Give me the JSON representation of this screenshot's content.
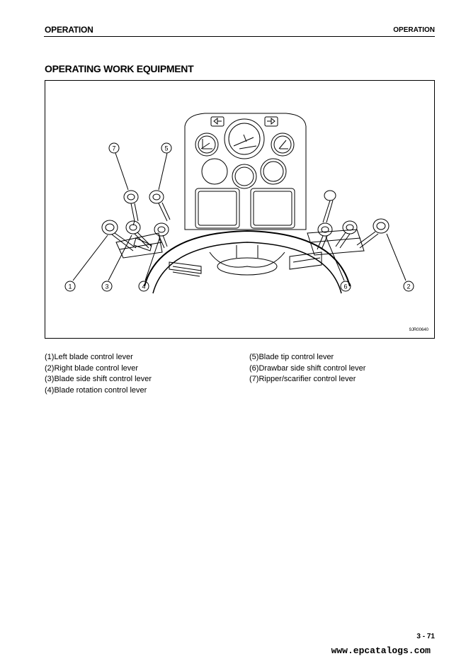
{
  "header": {
    "left": "OPERATION",
    "right": "OPERATION"
  },
  "title": "OPERATING WORK EQUIPMENT",
  "figure": {
    "id": "9JR00640",
    "callouts": [
      "1",
      "2",
      "3",
      "4",
      "5",
      "6",
      "7"
    ]
  },
  "captions": {
    "left": [
      "(1)Left blade control lever",
      "(2)Right blade control lever",
      "(3)Blade side shift control lever",
      "(4)Blade rotation control lever"
    ],
    "right": [
      "(5)Blade tip control lever",
      "(6)Drawbar side shift control lever",
      "(7)Ripper/scarifier control lever"
    ]
  },
  "page_number": "3 - 71",
  "footer_url": "www.epcatalogs.com"
}
